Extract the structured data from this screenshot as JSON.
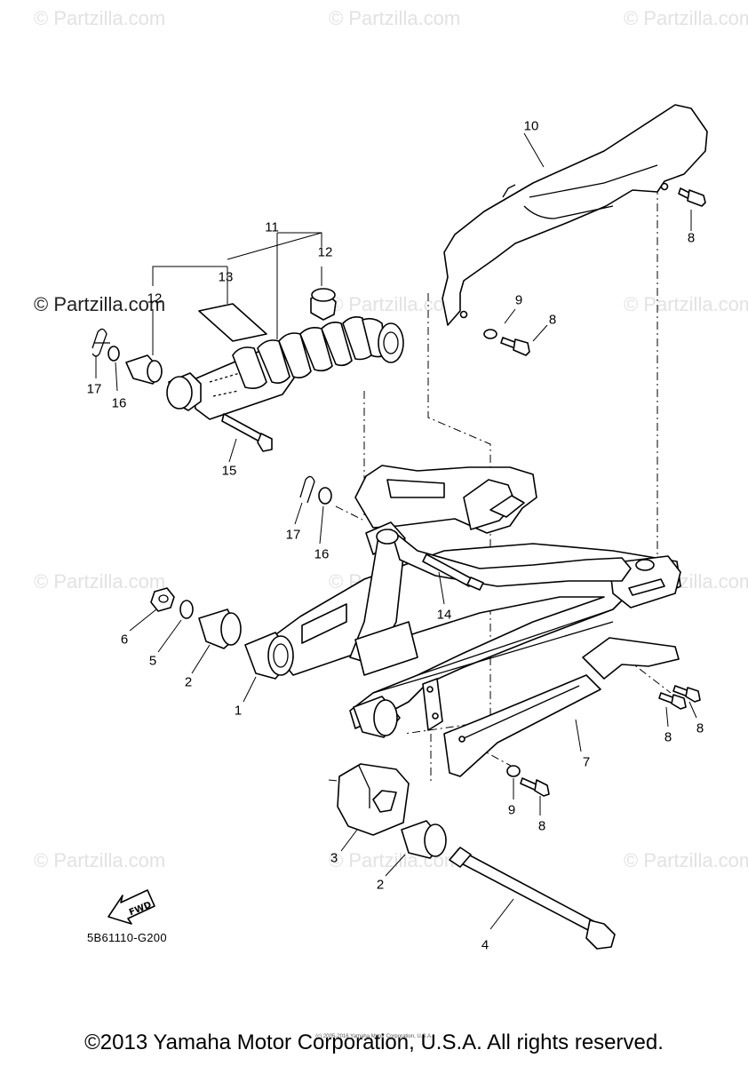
{
  "watermark": {
    "text": "© Partzilla.com",
    "highlight_text": "© Partzilla.com"
  },
  "callouts": [
    {
      "id": "c10",
      "label": "10"
    },
    {
      "id": "c8a",
      "label": "8"
    },
    {
      "id": "c11",
      "label": "11"
    },
    {
      "id": "c12a",
      "label": "12"
    },
    {
      "id": "c13",
      "label": "13"
    },
    {
      "id": "c12b",
      "label": "12"
    },
    {
      "id": "c9a",
      "label": "9"
    },
    {
      "id": "c8b",
      "label": "8"
    },
    {
      "id": "c17a",
      "label": "17"
    },
    {
      "id": "c16a",
      "label": "16"
    },
    {
      "id": "c15",
      "label": "15"
    },
    {
      "id": "c17b",
      "label": "17"
    },
    {
      "id": "c16b",
      "label": "16"
    },
    {
      "id": "c14",
      "label": "14"
    },
    {
      "id": "c6",
      "label": "6"
    },
    {
      "id": "c5",
      "label": "5"
    },
    {
      "id": "c2a",
      "label": "2"
    },
    {
      "id": "c1",
      "label": "1"
    },
    {
      "id": "c8c",
      "label": "8"
    },
    {
      "id": "c8d",
      "label": "8"
    },
    {
      "id": "c7",
      "label": "7"
    },
    {
      "id": "c9b",
      "label": "9"
    },
    {
      "id": "c8e",
      "label": "8"
    },
    {
      "id": "c3",
      "label": "3"
    },
    {
      "id": "c2b",
      "label": "2"
    },
    {
      "id": "c4",
      "label": "4"
    }
  ],
  "fwd_label": "FWD",
  "diagram_code": "5B61110-G200",
  "footer": "©2013 Yamaha Motor Corporation, U.S.A. All rights reserved.",
  "fine_print": "(c) 2005-2016 Yamaha Motor Corporation, U.S.A."
}
